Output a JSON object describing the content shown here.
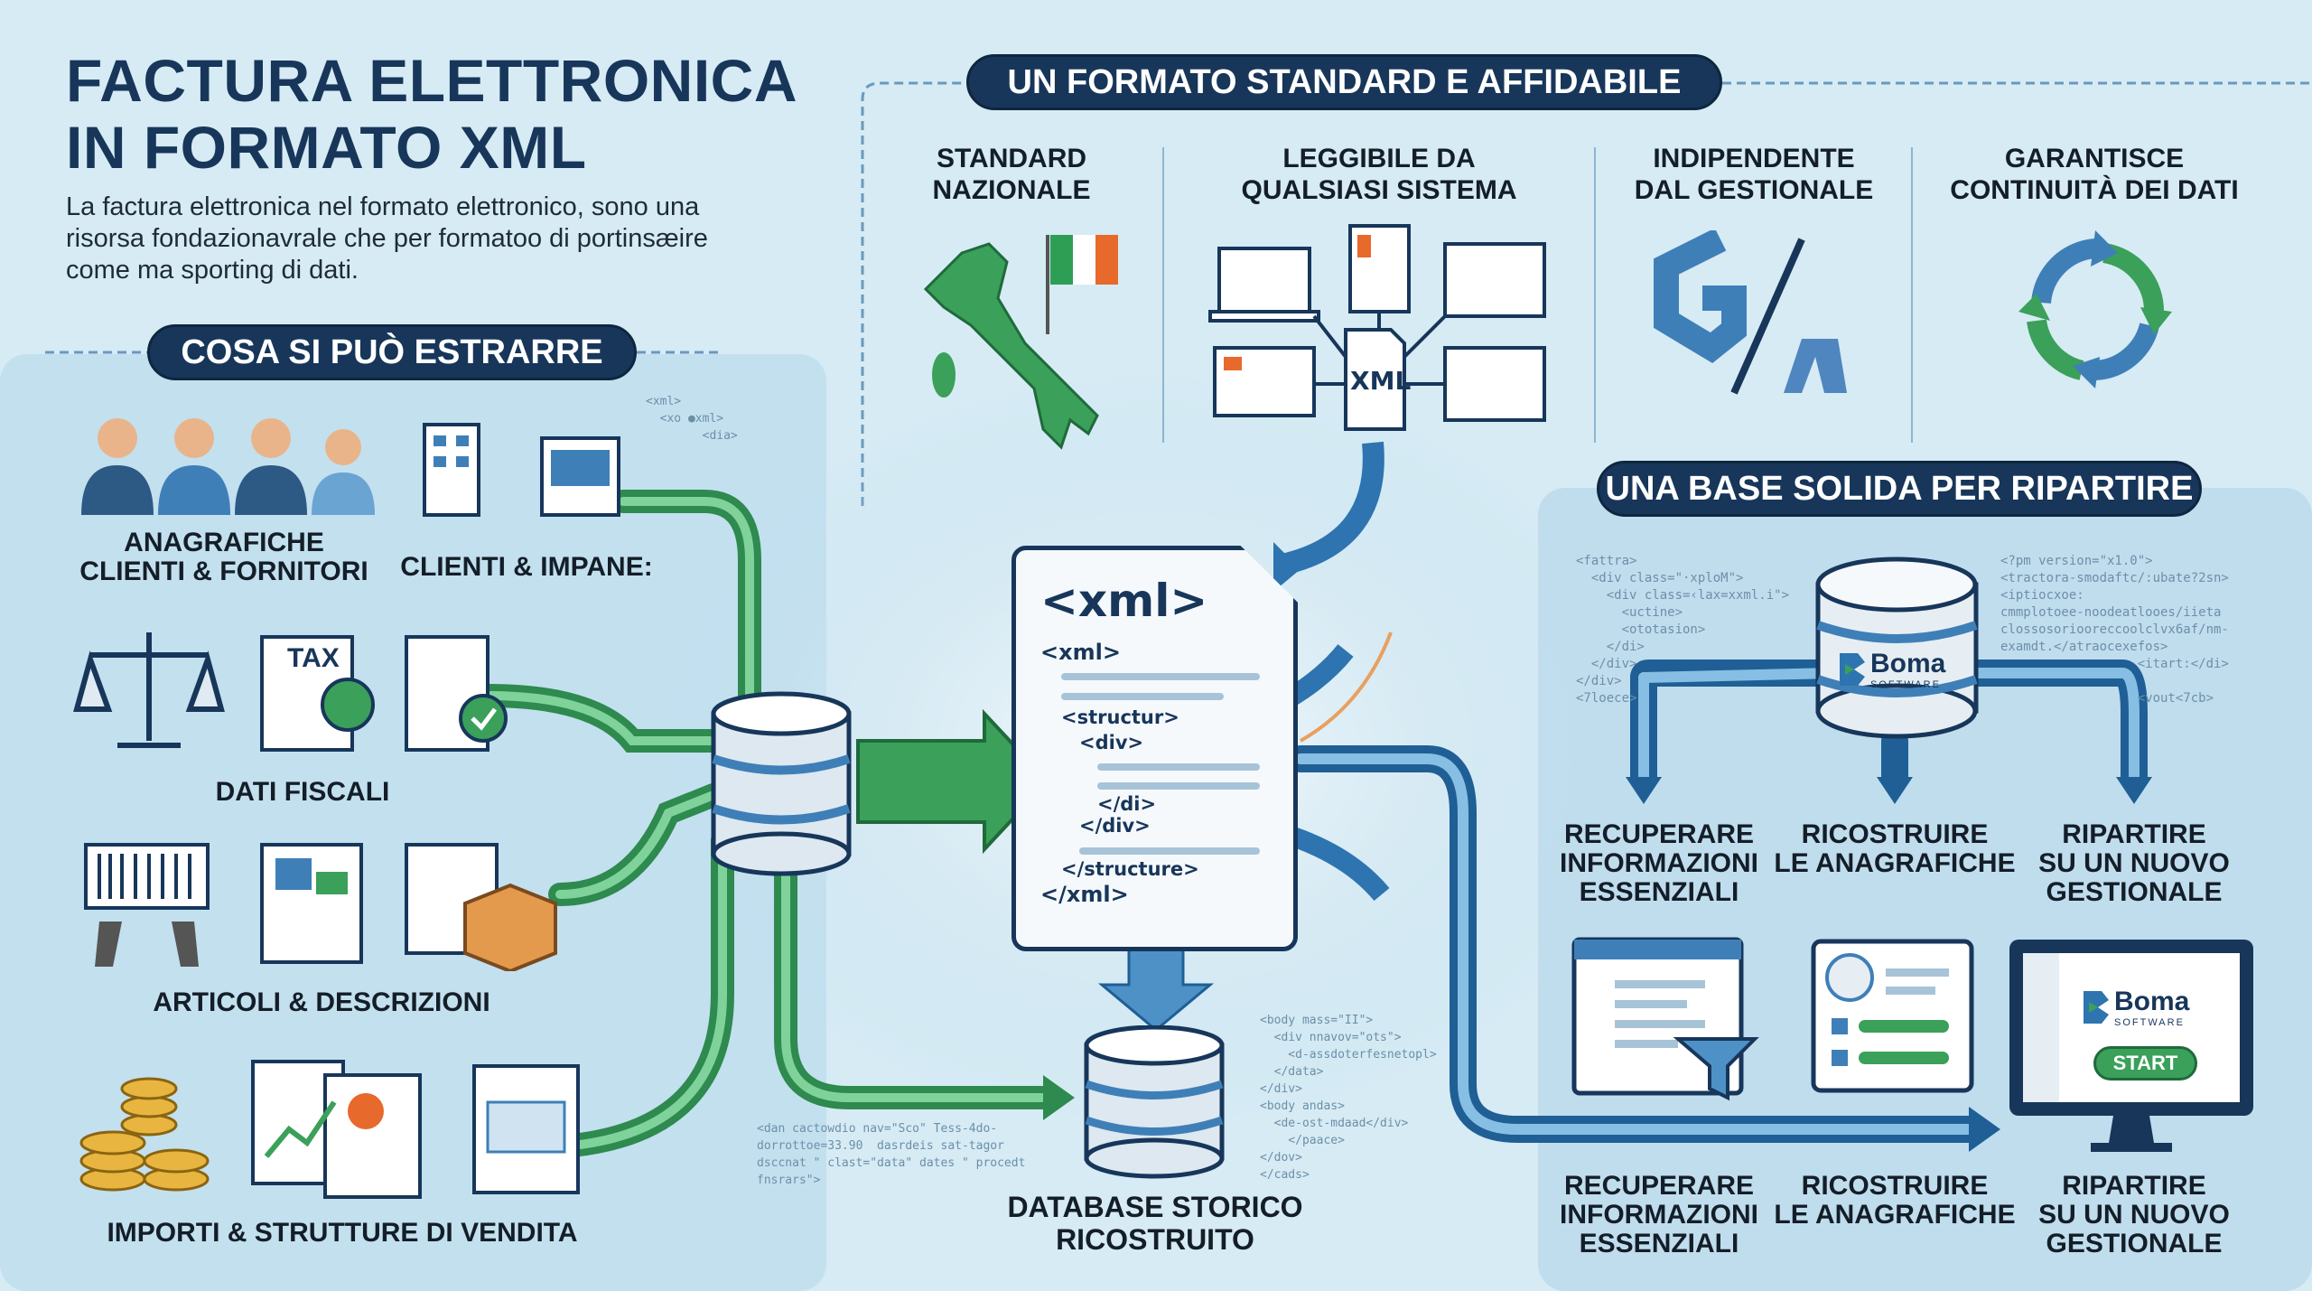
{
  "header": {
    "title_line1": "FACTURA ELETTRONICA",
    "title_line2": "IN FORMATO XML",
    "subtitle": "La factura elettronica nel formato elettronico, sono una risorsa fondazionavrale che per formatoo di portinsæire come ma sporting di dati."
  },
  "extract": {
    "title": "COSA SI PUÒ ESTRARRE",
    "items": [
      {
        "label": "ANAGRAFICHE\nCLIENTI & FORNITORI"
      },
      {
        "label": "CLIENTI & IMPANE:"
      },
      {
        "label": "DATI FISCALI"
      },
      {
        "label": "ARTICOLI & DESCRIZIONI"
      },
      {
        "label": "IMPORTI & STRUTTURE DI VENDITA"
      }
    ],
    "tax_label": "TAX",
    "code_snippet": "<xml>\n  <xo ●xml>\n        <dia>"
  },
  "standard": {
    "title": "UN FORMATO STANDARD E AFFIDABILE",
    "columns": [
      {
        "label": "STANDARD\nNAZIONALE"
      },
      {
        "label": "LEGGIBILE DA\nQUALSIASI SISTEMA"
      },
      {
        "label": "INDIPENDENTE\nDAL GESTIONALE"
      },
      {
        "label": "GARANTISCE\nCONTINUITÀ DEI DATI"
      }
    ],
    "xml_badge": "XML",
    "flag_colors": [
      "#2f9e55",
      "#ffffff",
      "#e8692c"
    ]
  },
  "center": {
    "doc_title": "<xml>",
    "lines": [
      "<xml>",
      "<structur>",
      "<div>",
      "</di>",
      "</div>",
      "</structure>",
      "</xml>"
    ],
    "db_label": "DATABASE STORICO\nRICOSTRUITO",
    "code_left": "<dan cactowdio nav=\"Sco\" Tess-4do-\ndorrottoe=33.90  dasrdeis sat-tagor\ndsccnat \" clast=\"data\" dates \" procedt\nfnsrars\">",
    "code_right": "<body mass=\"II\">\n  <div nnavov=\"ots\">\n    <d-assdoterfesnetopl>\n  </data>\n</div>\n<body andas>\n  <de-ost-mdaad</div>\n    </paace>\n</dov>\n</cads>"
  },
  "base": {
    "title": "UNA BASE SOLIDA PER RIPARTIRE",
    "brand": "Boma",
    "brand_sub": "SOFTWARE",
    "start_label": "START",
    "steps_top": [
      {
        "label": "RECUPERARE\nINFORMAZIONI\nESSENZIALI"
      },
      {
        "label": "RICOSTRUIRE\nLE ANAGRAFICHE"
      },
      {
        "label": "RIPARTIRE\nSU UN NUOVO\nGESTIONALE"
      }
    ],
    "steps_bottom": [
      {
        "label": "RECUPERARE\nINFORMAZIONI\nESSENZIALI"
      },
      {
        "label": "RICOSTRUIRE\nLE ANAGRAFICHE"
      },
      {
        "label": "RIPARTIRE\nSU UN NUOVO\nGESTIONALE"
      }
    ],
    "code_left": "<fattra>\n  <div class=\"·xploM\">\n    <div class=‹lax=xxml.i\">\n      <uctine>\n      <ototasion>\n    </di>\n  </div>\n</div>\n<7loece>",
    "code_right": "<?pm version=\"x1.0\">\n<tractora-smodaftc/:ubate?2sn>\n<iptiocxoe:\ncmmplotoee-noodeatlooes/iieta\nclossosoriooreccoolclvx6af/nm-\nexamdt.</atraocexefos>\n                  <itart:</di>\n\n                  <vout<7cb>"
  },
  "colors": {
    "navy": "#17365a",
    "green": "#3aa05a",
    "blue": "#3f7fb8",
    "bg": "#d6ebf4"
  }
}
